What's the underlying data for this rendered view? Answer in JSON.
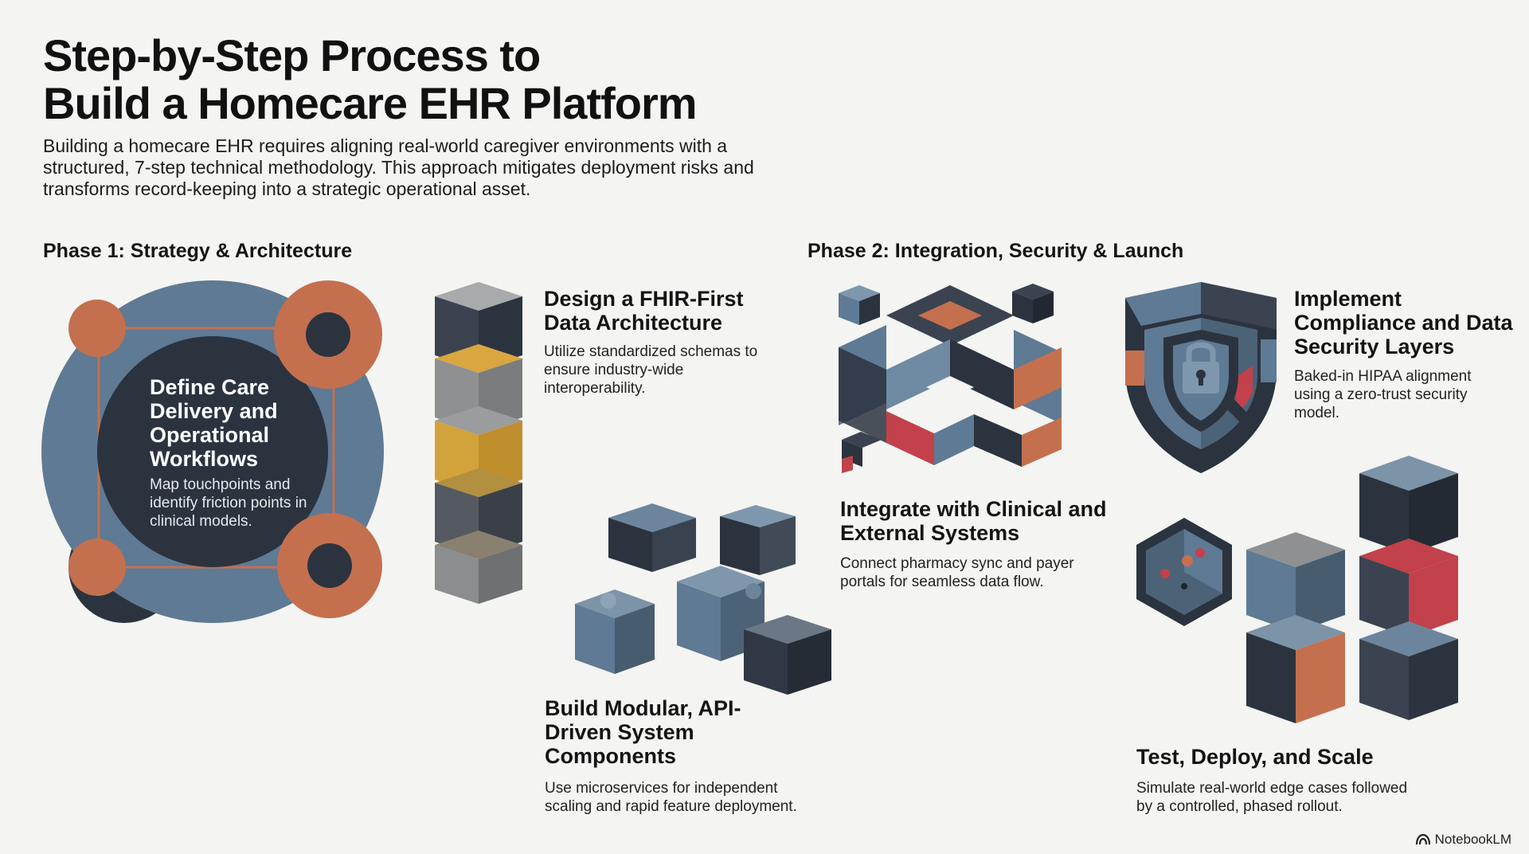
{
  "title": "Step-by-Step Process to Build a Homecare EHR Platform",
  "title_lines": [
    "Step-by-Step Process to",
    "Build a Homecare EHR Platform"
  ],
  "intro": "Building a homecare EHR requires aligning real-world caregiver environments with a structured, 7-step technical methodology. This approach mitigates deployment risks and transforms record-keeping into a strategic operational asset.",
  "phases": [
    {
      "label": "Phase 1: Strategy & Architecture"
    },
    {
      "label": "Phase 2: Integration, Security & Launch"
    }
  ],
  "steps": [
    {
      "title": "Define Care Delivery and Operational Workflows",
      "desc": "Map touchpoints and identify friction points in clinical models."
    },
    {
      "title": "Design a FHIR-First Data Architecture",
      "desc": "Utilize standardized schemas to ensure industry-wide interoperability."
    },
    {
      "title": "Build Modular, API-Driven System Components",
      "desc": "Use microservices for independent scaling and rapid feature deployment."
    },
    {
      "title": "Integrate with Clinical and External Systems",
      "desc": "Connect pharmacy sync and payer portals for seamless data flow."
    },
    {
      "title": "Implement Compliance and Data Security Layers",
      "desc": "Baked-in HIPAA alignment using a zero-trust security model."
    },
    {
      "title": "Test, Deploy, and Scale",
      "desc": "Simulate real-world edge cases followed by a controlled, phased rollout."
    }
  ],
  "brand": "NotebookLM",
  "icons": [
    "workflow-circle-icon",
    "block-stack-icon",
    "puzzle-cubes-icon",
    "integration-grid-icon",
    "security-shield-icon",
    "deploy-scale-icon",
    "notebooklm-logo-icon"
  ],
  "colors": {
    "slate_blue": "#5f7a94",
    "dark_navy": "#2b333f",
    "grey": "#8c8e8f",
    "orange": "#c4704e",
    "mustard": "#d2a33b",
    "red": "#c2414a",
    "background": "#f4f4f2"
  }
}
